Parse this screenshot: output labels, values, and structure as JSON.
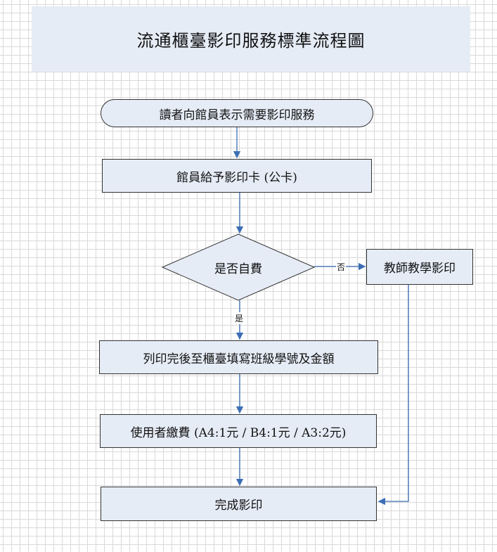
{
  "title": "流通櫃臺影印服務標準流程圖",
  "nodes": {
    "start": "讀者向館員表示需要影印服務",
    "give_card": "館員給予影印卡 (公卡)",
    "decision": "是否自費",
    "teacher": "教師教學影印",
    "register": "列印完後至櫃臺填寫班級學號及金額",
    "pay": "使用者繳費  (A4:1元 /  B4:1元  / A3:2元)",
    "done": "完成影印"
  },
  "edge_labels": {
    "no": "否",
    "yes": "是"
  },
  "colors": {
    "box_fill": "#e6ecf6",
    "arrow": "#3c6eb4",
    "grid": "#d9d9d9"
  }
}
